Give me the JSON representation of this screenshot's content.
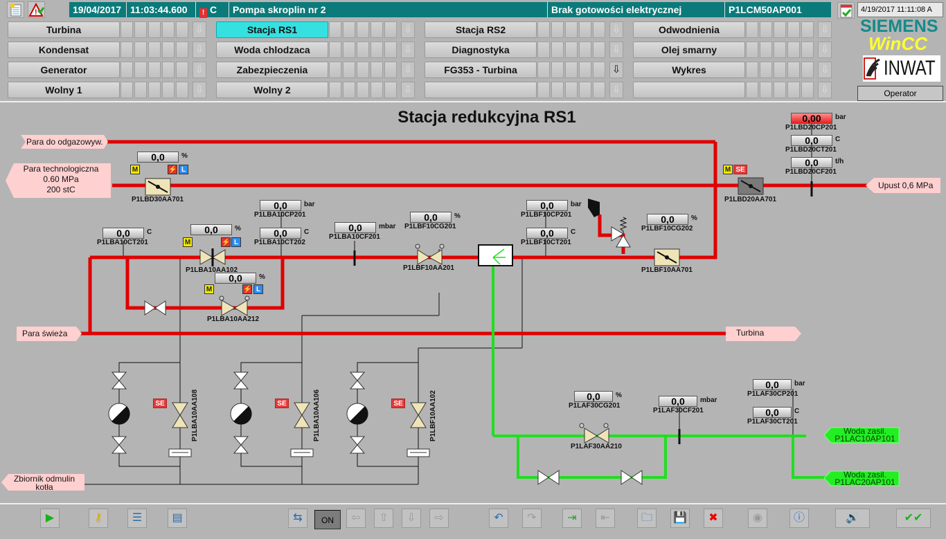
{
  "topbar": {
    "alarm": {
      "date": "19/04/2017",
      "time": "11:03:44.600",
      "class": "C",
      "text": "Pompa skroplin nr 2",
      "status": "Brak gotowości elektrycznej",
      "tag": "P1LCM50AP001"
    },
    "clock": "4/19/2017 11:11:08 A",
    "logo_siemens": "SIEMENS",
    "logo_wincc": "WinCC",
    "logo_inwat": "INWAT",
    "operator": "Operator",
    "icons": {
      "left1": "alarm-list-icon",
      "left2": "alarm-ack-icon",
      "right": "checklist-icon"
    },
    "nav": [
      [
        {
          "label": "Turbina"
        },
        {
          "label": "Stacja RS1",
          "active": true
        },
        {
          "label": "Stacja RS2"
        },
        {
          "label": "Odwodnienia"
        }
      ],
      [
        {
          "label": "Kondensat"
        },
        {
          "label": "Woda chlodzaca"
        },
        {
          "label": "Diagnostyka"
        },
        {
          "label": "Olej smarny"
        }
      ],
      [
        {
          "label": "Generator"
        },
        {
          "label": "Zabezpieczenia"
        },
        {
          "label": "FG353 - Turbina",
          "arrow_active": true
        },
        {
          "label": "Wykres"
        }
      ],
      [
        {
          "label": "Wolny 1"
        },
        {
          "label": "Wolny 2"
        },
        {
          "label": ""
        },
        {
          "label": ""
        }
      ]
    ]
  },
  "main": {
    "title": "Stacja redukcyjna RS1",
    "labels": {
      "para_odgaz": "Para do odgazowyw.",
      "para_tech_1": "Para technologiczna",
      "para_tech_2": "0.60 MPa",
      "para_tech_3": "200 stC",
      "upust": "Upust 0,6 MPa",
      "para_swieza": "Para świeża",
      "turbina": "Turbina",
      "zbiornik_1": "Zbiornik odmulin",
      "zbiornik_2": "kotła",
      "woda1_1": "Woda zasil.",
      "woda1_2": "P1LAC10AP101",
      "woda2_1": "Woda zasil.",
      "woda2_2": "P1LAC20AP101"
    },
    "measurements": {
      "LBD20CP201": {
        "value": "0,00",
        "unit": "bar",
        "tag": "P1LBD20CP201",
        "alarm": true
      },
      "LBD20CT201": {
        "value": "0,0",
        "unit": "C",
        "tag": "P1LBD20CT201"
      },
      "LBD20CF201": {
        "value": "0,0",
        "unit": "t/h",
        "tag": "P1LBD20CF201"
      },
      "LBD30pos": {
        "value": "0,0",
        "unit": "%"
      },
      "LBA10CP201": {
        "value": "0,0",
        "unit": "bar",
        "tag": "P1LBA10CP201"
      },
      "LBA10CT202": {
        "value": "0,0",
        "unit": "C",
        "tag": "P1LBA10CT202"
      },
      "LBA10CT201": {
        "value": "0,0",
        "unit": "C",
        "tag": "P1LBA10CT201"
      },
      "LBA102pos": {
        "value": "0,0",
        "unit": "%"
      },
      "LBA212pos": {
        "value": "0,0",
        "unit": "%"
      },
      "LBA10CF201": {
        "value": "0,0",
        "unit": "mbar",
        "tag": "P1LBA10CF201"
      },
      "LBF10CG201": {
        "value": "0,0",
        "unit": "%",
        "tag": "P1LBF10CG201"
      },
      "LBF10CP201": {
        "value": "0,0",
        "unit": "bar",
        "tag": "P1LBF10CP201"
      },
      "LBF10CT201": {
        "value": "0,0",
        "unit": "C",
        "tag": "P1LBF10CT201"
      },
      "LBF10CG202": {
        "value": "0,0",
        "unit": "%",
        "tag": "P1LBF10CG202"
      },
      "LAF30CG201": {
        "value": "0,0",
        "unit": "%",
        "tag": "P1LAF30CG201"
      },
      "LAF30CF201": {
        "value": "0,0",
        "unit": "mbar",
        "tag": "P1LAF30CF201"
      },
      "LAF30CP201": {
        "value": "0,0",
        "unit": "bar",
        "tag": "P1LAF30CP201"
      },
      "LAF30CT201": {
        "value": "0,0",
        "unit": "C",
        "tag": "P1LAF30CT201"
      }
    },
    "valves": {
      "LBD30AA701": "P1LBD30AA701",
      "LBD20AA701": "P1LBD20AA701",
      "LBA10AA102": "P1LBA10AA102",
      "LBA10AA212": "P1LBA10AA212",
      "LBF10AA201": "P1LBF10AA201",
      "LBF10AA701": "P1LBF10AA701",
      "LBA10AA108": "P1LBA10AA108",
      "LBA10AA106": "P1LBA10AA106",
      "LBF10AA102": "P1LBF10AA102",
      "LAF30AA210": "P1LAF30AA210"
    },
    "badges": {
      "M": "M",
      "SE": "SE",
      "L": "L",
      "E": "⚡"
    }
  },
  "bottombar": {
    "on_label": "ON",
    "buttons": [
      "start-icon",
      "key-icon",
      "alarm-list-icon",
      "report-icon",
      "screen-switch-icon",
      "arrow-left-icon",
      "arrow-up-icon",
      "arrow-down-icon",
      "arrow-right-icon",
      "back-icon",
      "forward-icon",
      "import-icon",
      "export-icon",
      "open-icon",
      "save-icon",
      "delete-icon",
      "view-icon",
      "info-icon",
      "horn-ack-icon",
      "ack-all-icon"
    ]
  },
  "colors": {
    "steam": "#e00000",
    "water": "#22dd22",
    "alarm_bar": "#0b7a7a",
    "active_nav": "#35e0e0"
  }
}
